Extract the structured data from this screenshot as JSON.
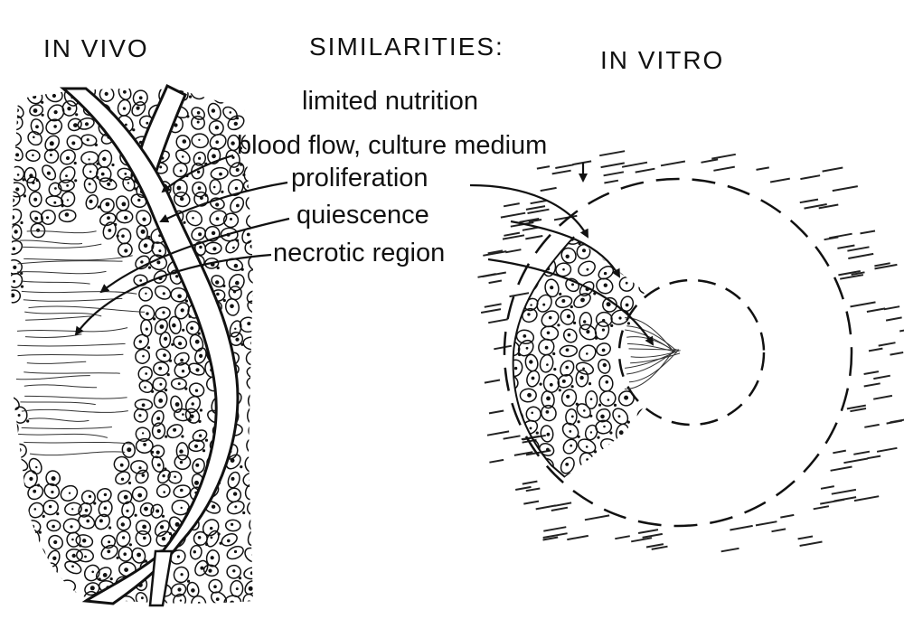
{
  "headers": {
    "in_vivo": "IN VIVO",
    "similarities": "SIMILARITIES:",
    "in_vitro": "IN VITRO"
  },
  "similarities": {
    "limited_nutrition": "limited nutrition",
    "blood_flow": "blood flow, culture medium",
    "proliferation": "proliferation",
    "quiescence": "quiescence",
    "necrotic_region": "necrotic region"
  },
  "colors": {
    "ink": "#111111",
    "background": "#ffffff"
  }
}
